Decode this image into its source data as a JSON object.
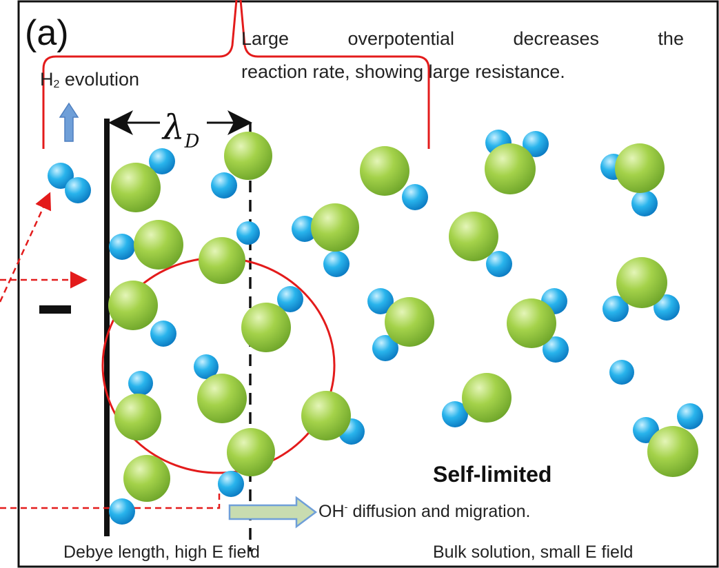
{
  "panel_label": "(a)",
  "h2": {
    "prefix": "H",
    "subscript": "2",
    "suffix": " evolution"
  },
  "overpotential_line1_words": [
    "Large",
    "overpotential",
    "decreases",
    "the"
  ],
  "overpotential_line2": "reaction rate, showing large resistance.",
  "debye_symbol": {
    "symbol": "λ",
    "subscript": "D"
  },
  "electrode_charge": "–",
  "self_limited": "Self-limited",
  "oh_label": {
    "ion": "OH",
    "charge": "-",
    "rest": " diffusion and migration."
  },
  "debye_caption": "Debye length, high E field",
  "bulk_caption": "Bulk solution, small E field",
  "colors": {
    "annotation_red": "#e31b1b",
    "ion_green": "#8cc63f",
    "h_blue": "#1fa2e0",
    "arrow_blue": "#6f9fd8",
    "arrow_green_fill": "#c8dcb0",
    "frame": "#111111"
  },
  "molecule_types": [
    "oh-ion-pair",
    "water-molecule",
    "hydroxide-ion"
  ]
}
